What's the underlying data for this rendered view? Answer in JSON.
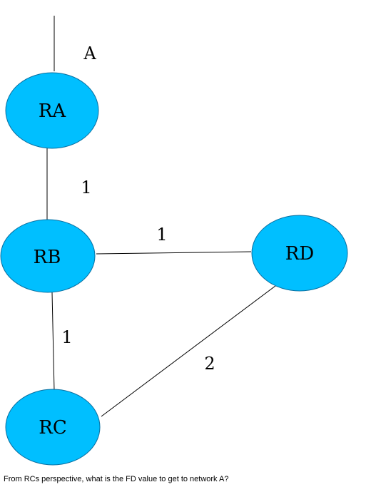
{
  "diagram": {
    "network_label": "A",
    "routers": {
      "ra": "RA",
      "rb": "RB",
      "rc": "RC",
      "rd": "RD"
    },
    "link_costs": {
      "ra_rb": "1",
      "rb_rd": "1",
      "rb_rc": "1",
      "rc_rd": "2"
    },
    "colors": {
      "router_fill": "#00BFFF",
      "router_stroke": "#0A6FA0",
      "link": "#000000"
    }
  },
  "question": "From RCs perspective, what is the FD value to get to network A?"
}
